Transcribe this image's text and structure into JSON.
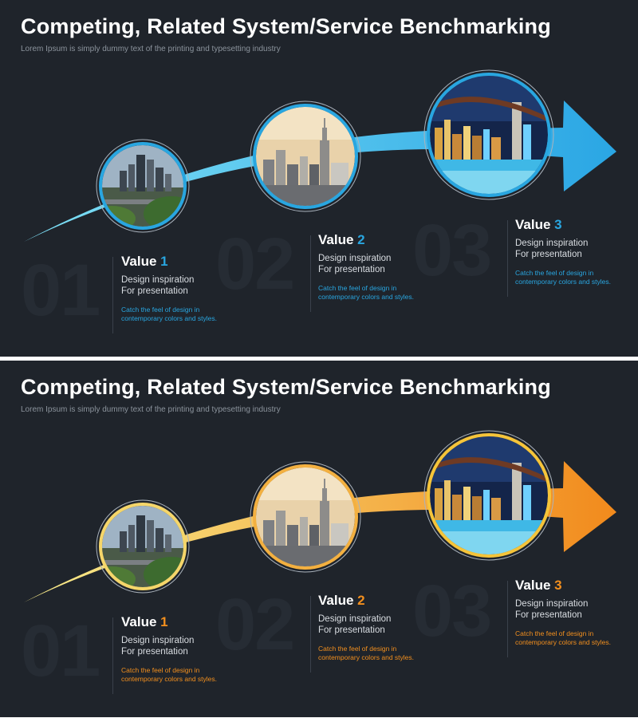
{
  "slides": [
    {
      "variant": "blue",
      "title": "Competing, Related System/Service Benchmarking",
      "subtitle": "Lorem Ipsum is simply dummy text of the printing and typesetting industry",
      "accent": "#29a6e0",
      "gradient": [
        "#7fe0f6",
        "#2aa6e4"
      ],
      "steps": [
        {
          "number": "01",
          "value_label": "Value",
          "value_num": "1",
          "line1": "Design inspiration",
          "line2": "For presentation",
          "note1": "Catch the feel of design in",
          "note2": "contemporary colors and styles.",
          "image": "city-skyline-photo"
        },
        {
          "number": "02",
          "value_label": "Value",
          "value_num": "2",
          "line1": "Design inspiration",
          "line2": "For presentation",
          "note1": "Catch the feel of design in",
          "note2": "contemporary colors and styles.",
          "image": "manhattan-skyline-photo"
        },
        {
          "number": "03",
          "value_label": "Value",
          "value_num": "3",
          "line1": "Design inspiration",
          "line2": "For presentation",
          "note1": "Catch the feel of design in",
          "note2": "contemporary colors and styles.",
          "image": "bridge-night-photo"
        }
      ]
    },
    {
      "variant": "orange",
      "title": "Competing, Related System/Service Benchmarking",
      "subtitle": "Lorem Ipsum is simply dummy text of the printing and typesetting industry",
      "accent": "#f28f1e",
      "gradient": [
        "#f8ec8c",
        "#f28a1c"
      ],
      "steps": [
        {
          "number": "01",
          "value_label": "Value",
          "value_num": "1",
          "line1": "Design inspiration",
          "line2": "For presentation",
          "note1": "Catch the feel of design in",
          "note2": "contemporary colors and styles.",
          "image": "city-skyline-photo"
        },
        {
          "number": "02",
          "value_label": "Value",
          "value_num": "2",
          "line1": "Design inspiration",
          "line2": "For presentation",
          "note1": "Catch the feel of design in",
          "note2": "contemporary colors and styles.",
          "image": "manhattan-skyline-photo"
        },
        {
          "number": "03",
          "value_label": "Value",
          "value_num": "3",
          "line1": "Design inspiration",
          "line2": "For presentation",
          "note1": "Catch the feel of design in",
          "note2": "contemporary colors and styles.",
          "image": "bridge-night-photo"
        }
      ]
    }
  ]
}
